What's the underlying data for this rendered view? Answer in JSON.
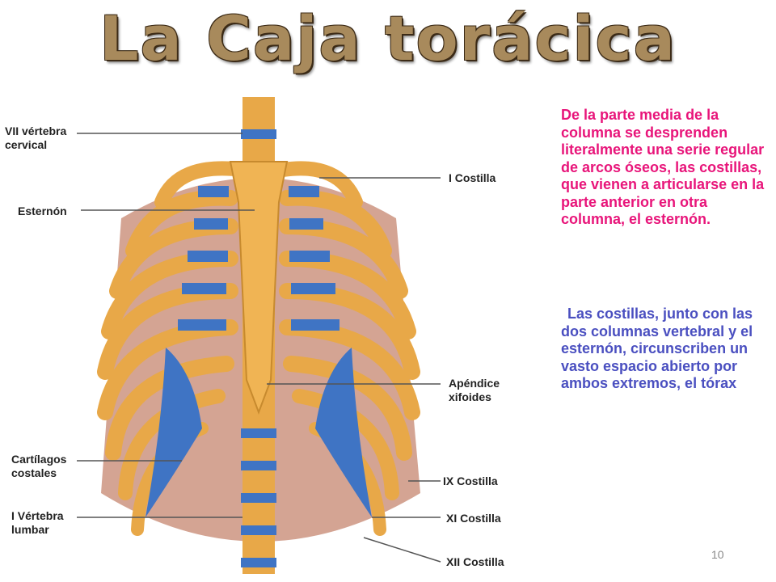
{
  "title": "La Caja torácica",
  "labels": {
    "vertebra_cervical": "VII vértebra\ncervical",
    "esternon": "Esternón",
    "costilla_1": "I Costilla",
    "apendice": "Apéndice\nxifoides",
    "cartilagos": "Cartílagos\ncostales",
    "costilla_9": "IX Costilla",
    "vertebra_lumbar": "I Vértebra\nlumbar",
    "costilla_11": "XI Costilla",
    "costilla_12": "XII Costilla"
  },
  "text": {
    "paragraph1": "De la parte media de la columna se desprenden literalmente una serie regular de arcos óseos, las costillas, que vienen a articularse en la parte anterior en otra columna, el esternón.",
    "paragraph2": "Las costillas, junto con las dos columnas vertebral y el esternón, circunscriben un vasto espacio abierto por ambos extremos, el tórax"
  },
  "page_number": "10",
  "colors": {
    "title": "#a88a5c",
    "paragraph1": "#e8157a",
    "paragraph2": "#4a4fc0",
    "bone": "#e8a848",
    "cartilage": "#3f74c4"
  }
}
